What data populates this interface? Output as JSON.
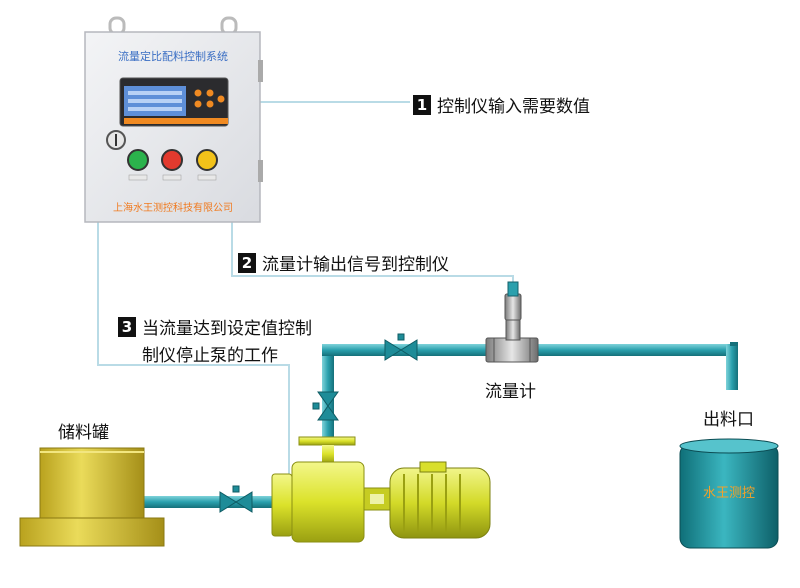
{
  "panel": {
    "title": "流量定比配料控制系统",
    "company": "上海水王测控科技有限公司"
  },
  "steps": [
    {
      "num": "1",
      "text": "控制仪输入需要数值"
    },
    {
      "num": "2",
      "text": "流量计输出信号到控制仪"
    },
    {
      "num": "3",
      "line1": "当流量达到设定值控制",
      "line2": "制仪停止泵的工作"
    }
  ],
  "labels": {
    "tank": "储料罐",
    "flowmeter": "流量计",
    "outlet": "出料口",
    "bucket": "水王测控"
  },
  "colors": {
    "pipe": "#2aa0ad",
    "signal": "#b9dbe6",
    "tank": "#d8c437",
    "pump": "#e3ea38",
    "bucket": "#1d8d97",
    "bucket_text": "#f2a12a",
    "panel_title": "#3b6fc4",
    "panel_company": "#f07a1f",
    "btn_green": "#2bb24c",
    "btn_red": "#e23a2e",
    "btn_yellow": "#f2c21a"
  }
}
